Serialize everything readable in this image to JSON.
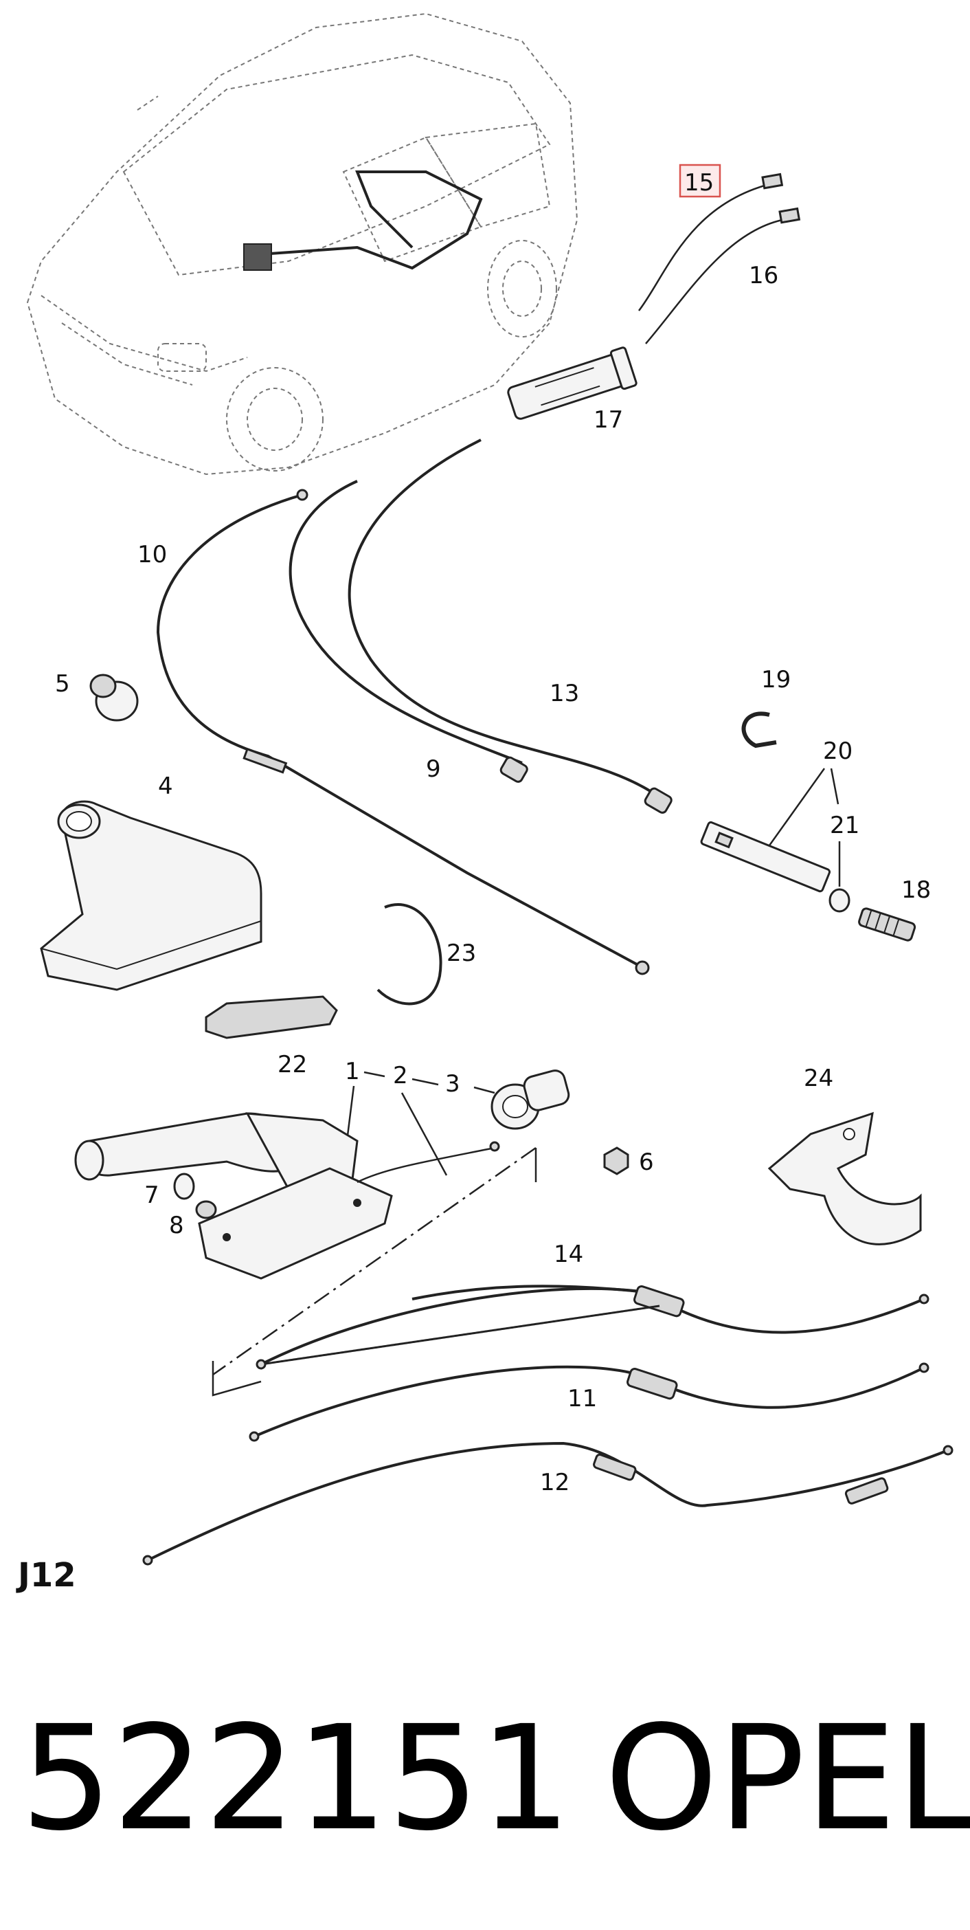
{
  "labels": {
    "n1": "1",
    "n2": "2",
    "n3": "3",
    "n4": "4",
    "n5": "5",
    "n6": "6",
    "n7": "7",
    "n8": "8",
    "n9": "9",
    "n10": "10",
    "n11": "11",
    "n12": "12",
    "n13": "13",
    "n14": "14",
    "n15": "15",
    "n16": "16",
    "n17": "17",
    "n18": "18",
    "n19": "19",
    "n20": "20",
    "n21": "21",
    "n22": "22",
    "n23": "23",
    "n24": "24"
  },
  "diagram_code": "J12",
  "part_number": "522151",
  "brand": "OPEL",
  "colors": {
    "highlight_border": "#d9534f",
    "highlight_fill": "#fdeaea",
    "line": "#222222"
  }
}
